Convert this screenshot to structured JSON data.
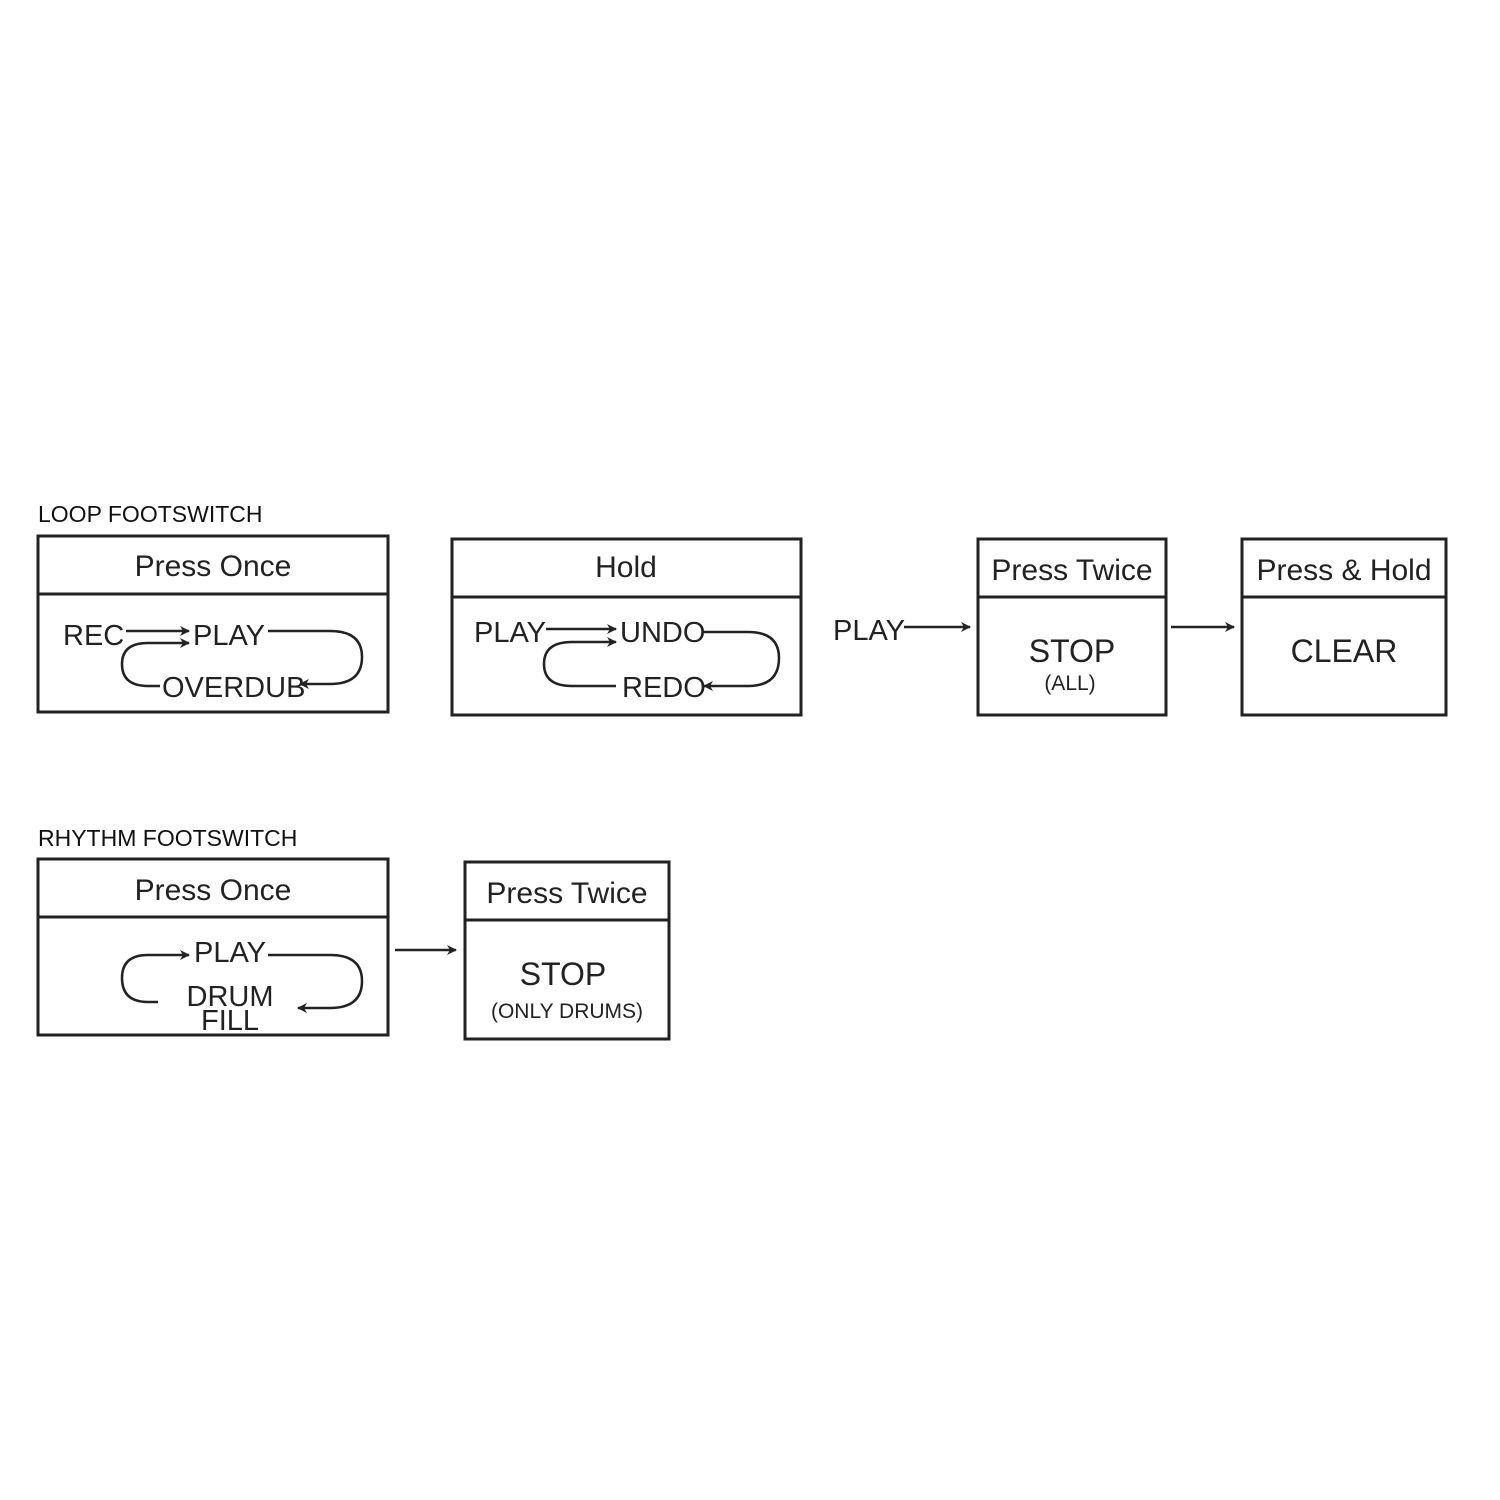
{
  "loop": {
    "title": "LOOP FOOTSWITCH",
    "press_once": {
      "header": "Press Once",
      "rec": "REC",
      "play": "PLAY",
      "overdub": "OVERDUB"
    },
    "hold": {
      "header": "Hold",
      "play": "PLAY",
      "undo": "UNDO",
      "redo": "REDO"
    },
    "play_label": "PLAY",
    "press_twice": {
      "header": "Press Twice",
      "main": "STOP",
      "sub": "(ALL)"
    },
    "press_hold": {
      "header": "Press & Hold",
      "main": "CLEAR"
    }
  },
  "rhythm": {
    "title": "RHYTHM FOOTSWITCH",
    "press_once": {
      "header": "Press Once",
      "play": "PLAY",
      "drum": "DRUM",
      "fill": "FILL"
    },
    "press_twice": {
      "header": "Press Twice",
      "main": "STOP",
      "sub": "(ONLY DRUMS)"
    }
  }
}
